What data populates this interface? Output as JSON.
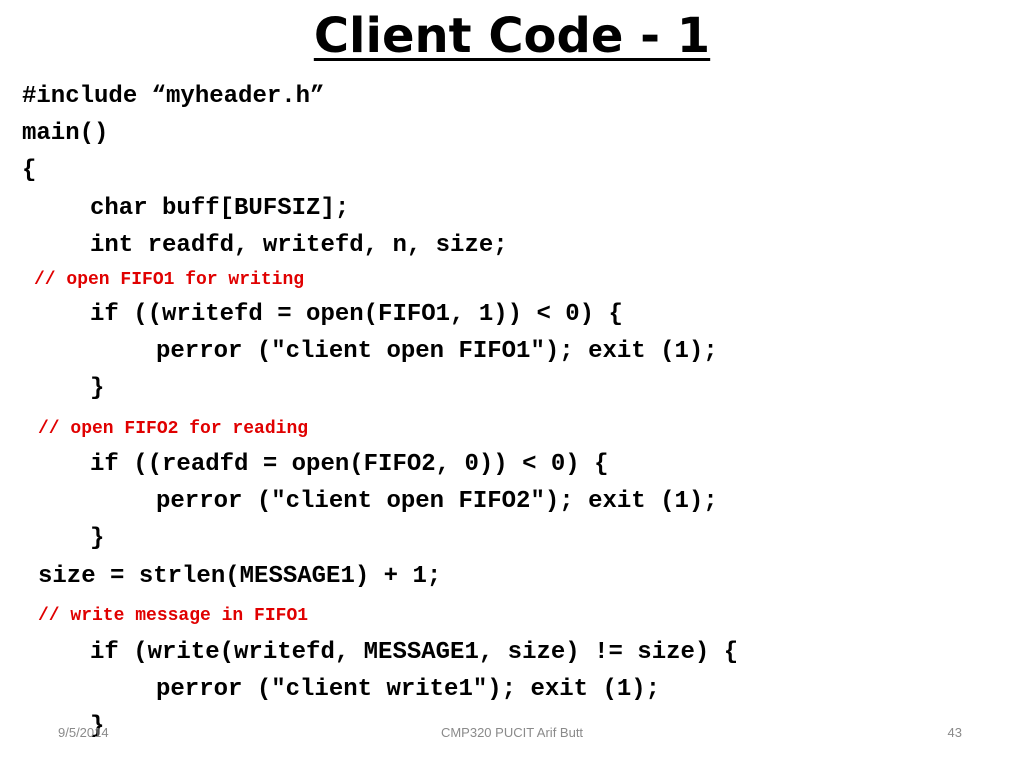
{
  "slide": {
    "title": "Client Code - 1",
    "code": {
      "l1": "#include “myheader.h”",
      "l2": "main()",
      "l3": "{",
      "l4": "char buff[BUFSIZ];",
      "l5": "int readfd, writefd, n, size;",
      "c1": "// open FIFO1 for writing",
      "l6": "if ((writefd = open(FIFO1, 1)) < 0) {",
      "l7": "perror (\"client open FIFO1\"); exit (1);",
      "l8": "}",
      "c2": "// open FIFO2 for reading",
      "l9": "if ((readfd = open(FIFO2, 0)) < 0) {",
      "l10": "perror (\"client open FIFO2\"); exit (1);",
      "l11": "}",
      "l12": "size = strlen(MESSAGE1) + 1;",
      "c3": "// write message in FIFO1",
      "l13": "if (write(writefd, MESSAGE1, size) != size) {",
      "l14": "perror (\"client write1\"); exit (1);",
      "l15": "}"
    },
    "footer": {
      "date": "9/5/2014",
      "course": "CMP320   PUCIT   Arif Butt",
      "page": "43"
    },
    "colors": {
      "text": "#000000",
      "comment": "#e00000",
      "footer": "#8a8a8a"
    }
  }
}
